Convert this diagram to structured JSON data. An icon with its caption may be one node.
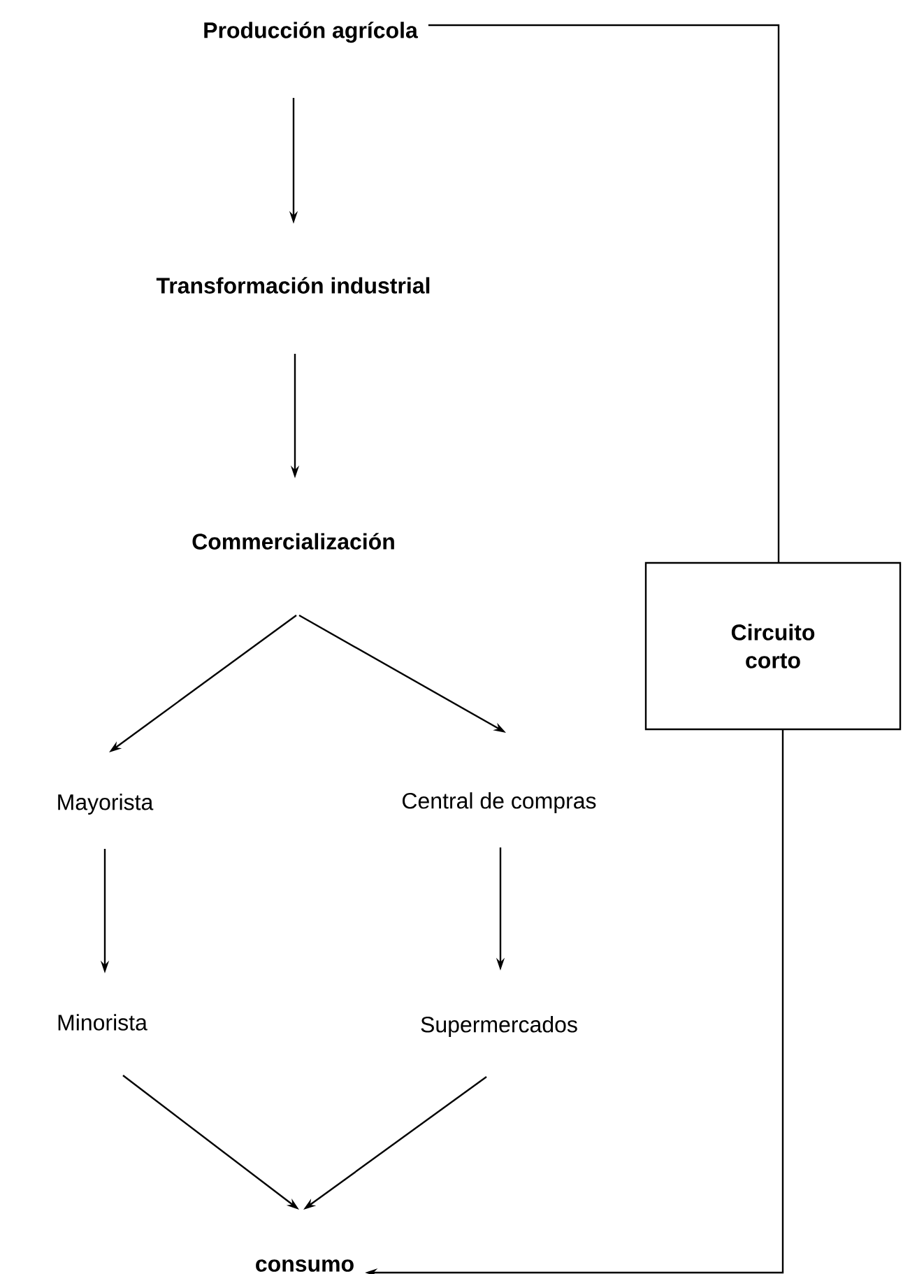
{
  "diagram": {
    "nodes": [
      {
        "text": [
          "Producción agrícola"
        ]
      },
      {
        "text": [
          "Transformación industrial"
        ]
      },
      {
        "text": [
          "Commercialización"
        ]
      },
      {
        "text": [
          "Mayorista"
        ]
      },
      {
        "text": [
          "Central de compras"
        ]
      },
      {
        "text": [
          "Minorista"
        ]
      },
      {
        "text": [
          "Supermercados"
        ]
      },
      {
        "text": [
          "consumo"
        ]
      },
      {
        "text": [
          "Circuito corto"
        ]
      }
    ],
    "edges": [
      {
        "from": 0,
        "to": 1,
        "arrow": "to"
      },
      {
        "from": 1,
        "to": 2,
        "arrow": "to"
      },
      {
        "from": 2,
        "to": 3,
        "arrow": "to"
      },
      {
        "from": 2,
        "to": 4,
        "arrow": "to"
      },
      {
        "from": 3,
        "to": 5,
        "arrow": "to"
      },
      {
        "from": 4,
        "to": 6,
        "arrow": "to"
      },
      {
        "from": 5,
        "to": 7,
        "arrow": "to"
      },
      {
        "from": 6,
        "to": 7,
        "arrow": "to"
      },
      {
        "from": 0,
        "to": 8,
        "arrow": "none"
      },
      {
        "from": 8,
        "to": 7,
        "arrow": "to"
      }
    ]
  }
}
